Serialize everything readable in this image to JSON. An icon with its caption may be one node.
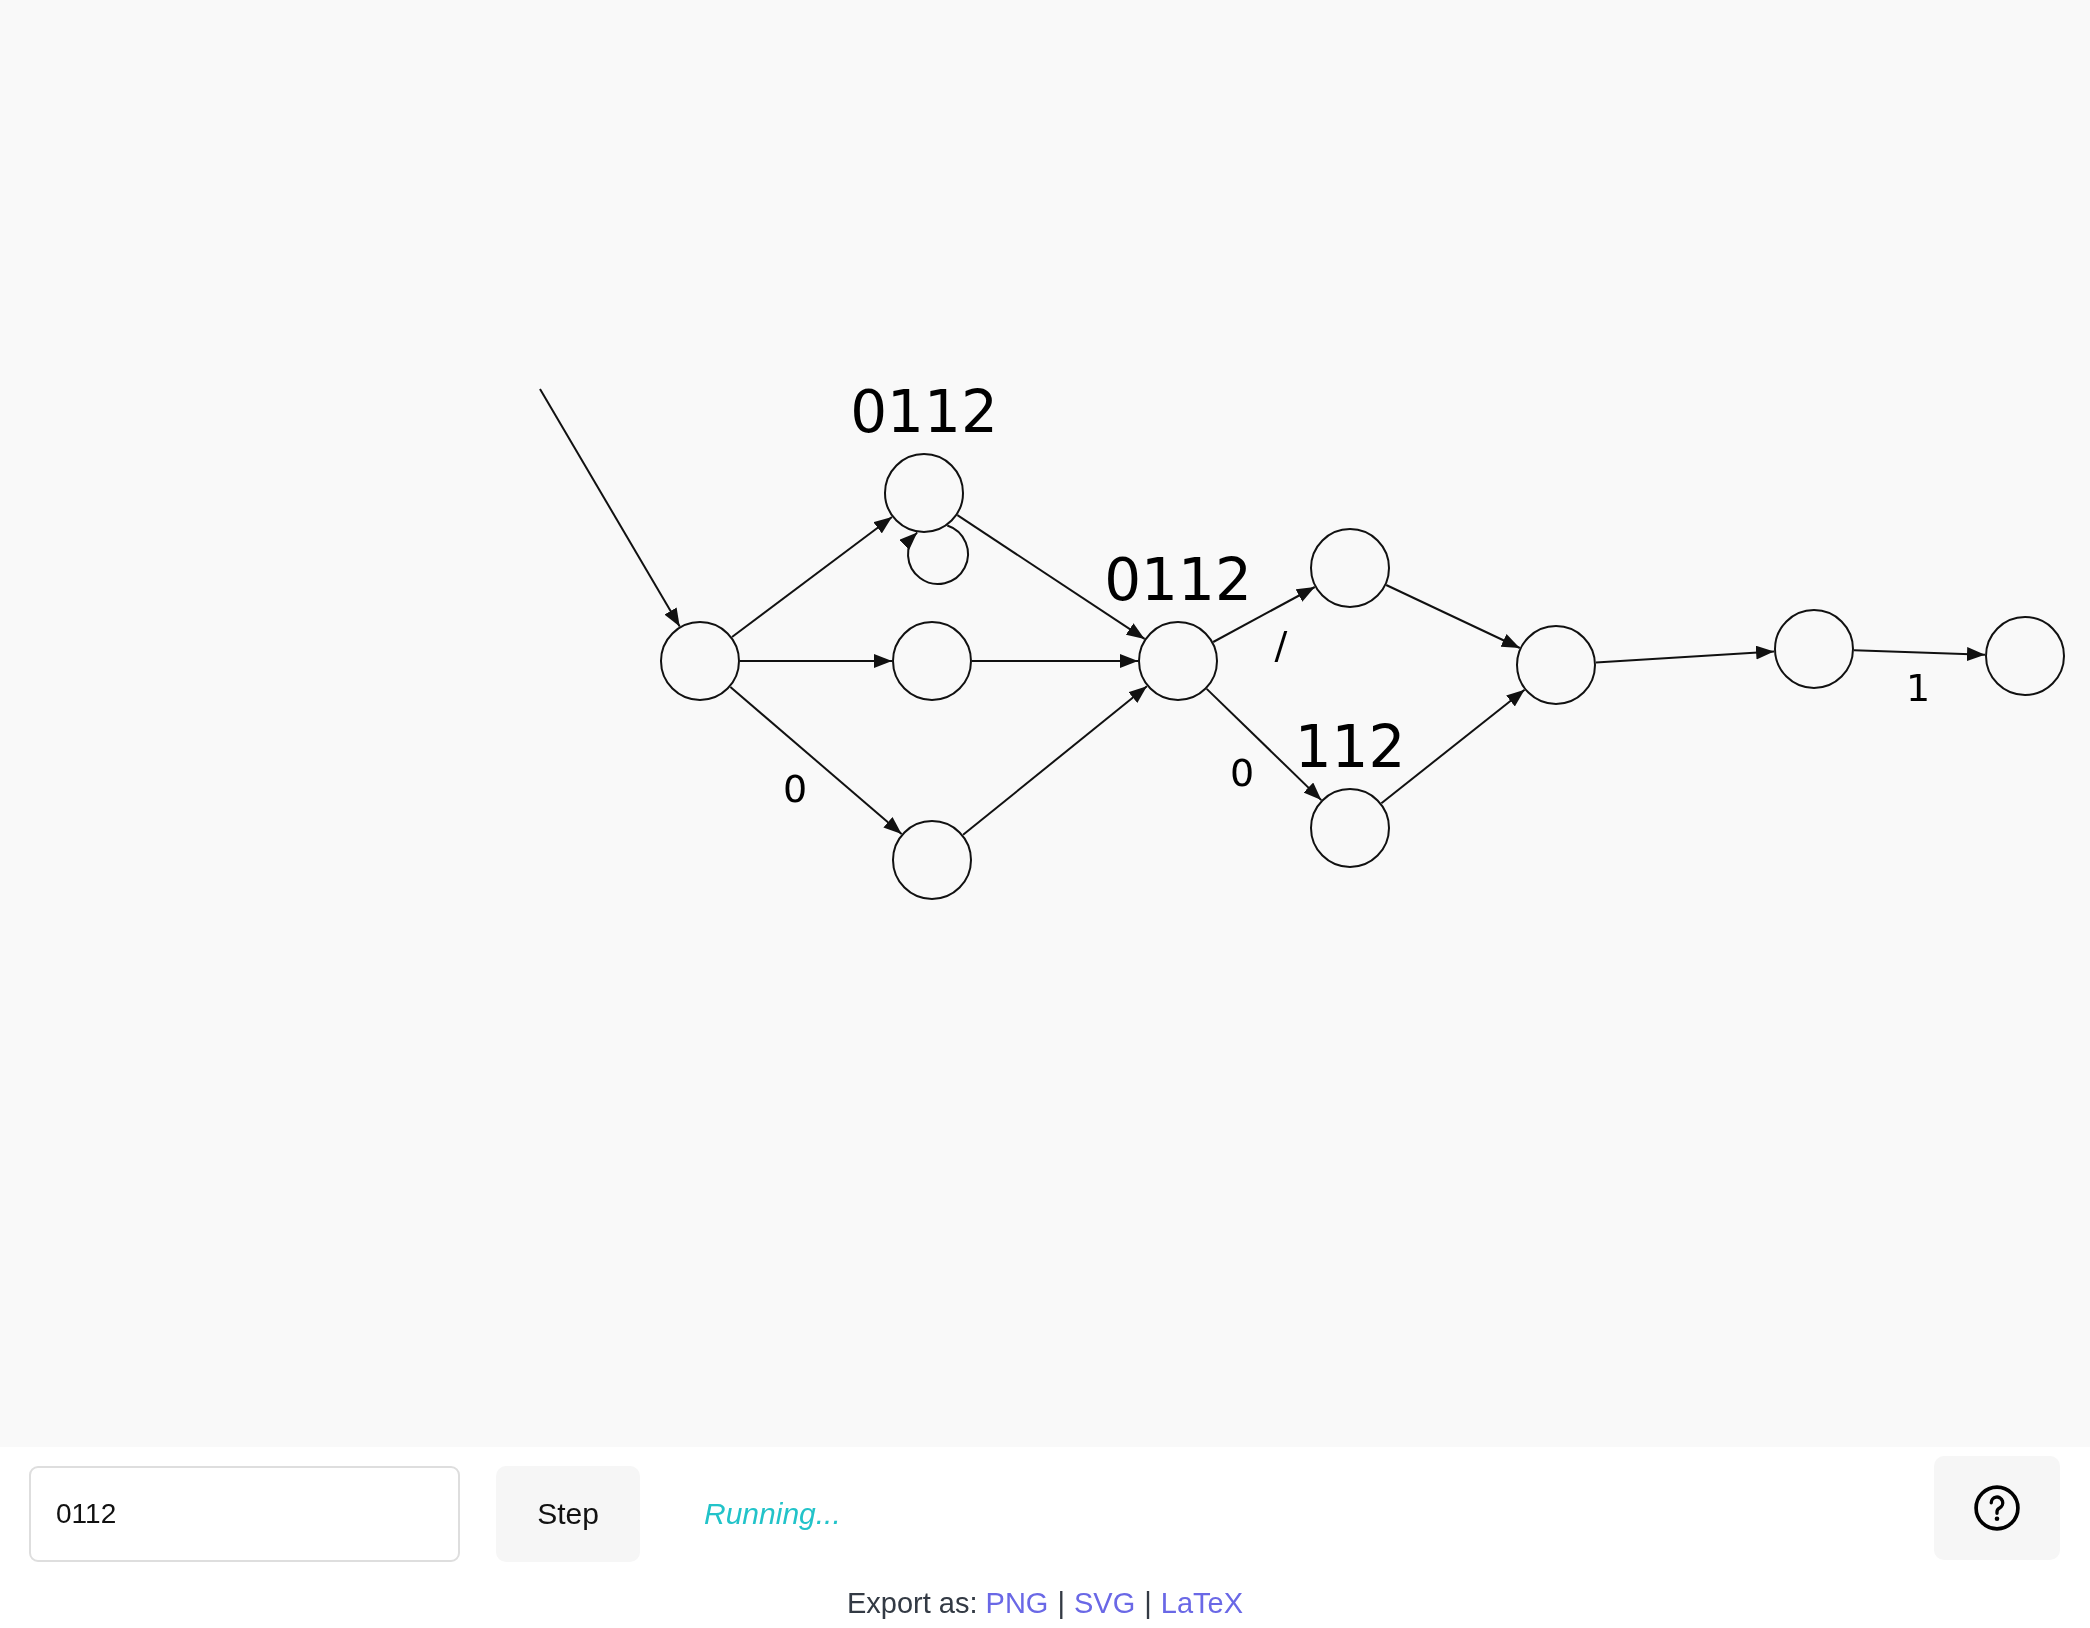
{
  "diagram": {
    "nodes": [
      {
        "text": [],
        "shape": "circle"
      },
      {
        "text": [],
        "shape": "circle",
        "beside": [
          "0112"
        ]
      },
      {
        "text": [],
        "shape": "circle"
      },
      {
        "text": [],
        "shape": "circle"
      },
      {
        "text": [],
        "shape": "circle",
        "beside": [
          "0112"
        ]
      },
      {
        "text": [],
        "shape": "circle"
      },
      {
        "text": [],
        "shape": "circle",
        "beside": [
          "112"
        ]
      },
      {
        "text": [],
        "shape": "circle"
      },
      {
        "text": [],
        "shape": "circle"
      },
      {
        "text": [],
        "shape": "circle"
      }
    ],
    "edges": [
      {
        "from": null,
        "to": 0,
        "arrow": "to"
      },
      {
        "from": 0,
        "to": 1,
        "arrow": "to"
      },
      {
        "from": 0,
        "to": 2,
        "arrow": "to"
      },
      {
        "from": 0,
        "to": 3,
        "arrow": "to",
        "label": "0"
      },
      {
        "from": 1,
        "to": 1,
        "arrow": "to"
      },
      {
        "from": 1,
        "to": 4,
        "arrow": "to"
      },
      {
        "from": 2,
        "to": 4,
        "arrow": "to"
      },
      {
        "from": 3,
        "to": 4,
        "arrow": "to"
      },
      {
        "from": 4,
        "to": 5,
        "arrow": "to",
        "label": "/"
      },
      {
        "from": 4,
        "to": 6,
        "arrow": "to",
        "label": "0"
      },
      {
        "from": 5,
        "to": 7,
        "arrow": "to"
      },
      {
        "from": 6,
        "to": 7,
        "arrow": "to"
      },
      {
        "from": 7,
        "to": 8,
        "arrow": "to"
      },
      {
        "from": 8,
        "to": 9,
        "arrow": "to",
        "label": "1"
      }
    ],
    "labels": [
      "0112",
      "Step",
      "Running...",
      "Export as:",
      "PNG",
      "|",
      "SVG",
      "|",
      "LaTeX"
    ]
  }
}
